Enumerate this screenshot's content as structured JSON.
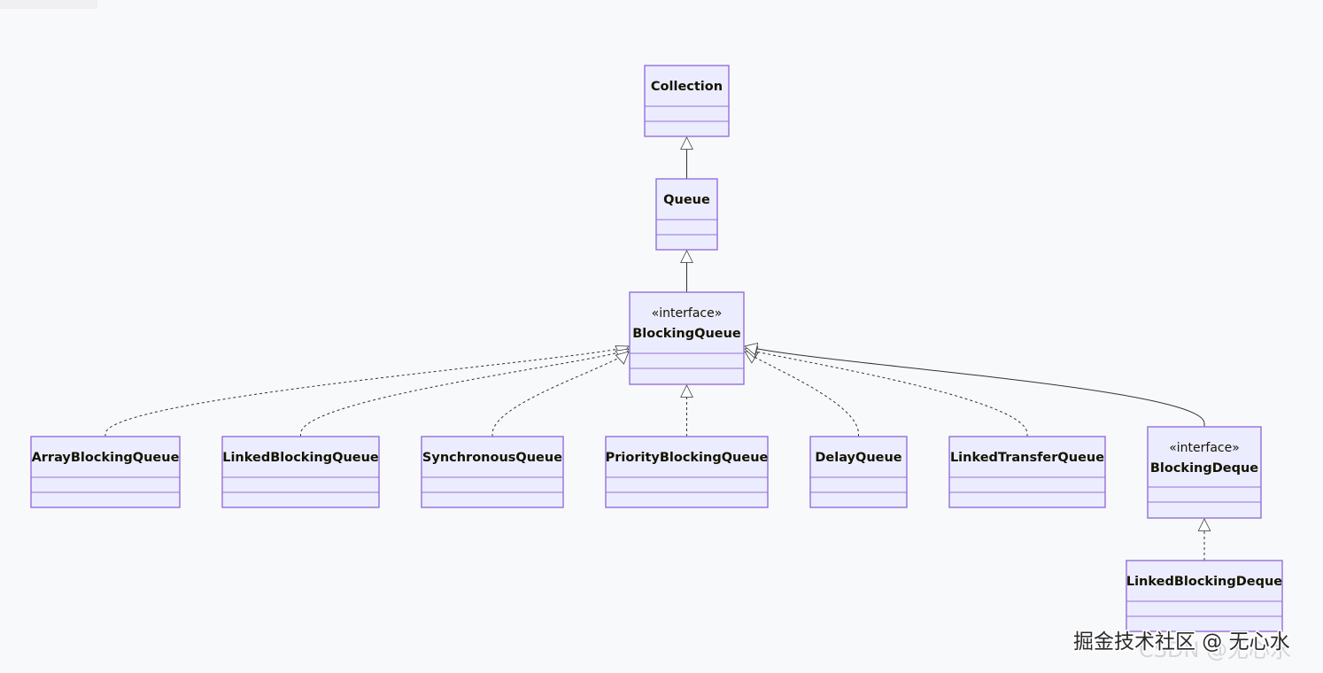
{
  "diagram": {
    "nodes": [
      {
        "id": "collection",
        "name": "Collection",
        "stereotype": ""
      },
      {
        "id": "queue",
        "name": "Queue",
        "stereotype": ""
      },
      {
        "id": "blockingqueue",
        "name": "BlockingQueue",
        "stereotype": "«interface»"
      },
      {
        "id": "arrayblockingqueue",
        "name": "ArrayBlockingQueue",
        "stereotype": ""
      },
      {
        "id": "linkedblockingqueue",
        "name": "LinkedBlockingQueue",
        "stereotype": ""
      },
      {
        "id": "synchronousqueue",
        "name": "SynchronousQueue",
        "stereotype": ""
      },
      {
        "id": "priorityblockingqueue",
        "name": "PriorityBlockingQueue",
        "stereotype": ""
      },
      {
        "id": "delayqueue",
        "name": "DelayQueue",
        "stereotype": ""
      },
      {
        "id": "linkedtransferqueue",
        "name": "LinkedTransferQueue",
        "stereotype": ""
      },
      {
        "id": "blockingdeque",
        "name": "BlockingDeque",
        "stereotype": "«interface»"
      },
      {
        "id": "linkedblockingdeque",
        "name": "LinkedBlockingDeque",
        "stereotype": ""
      }
    ],
    "edges": [
      {
        "from": "queue",
        "to": "collection",
        "type": "inheritance"
      },
      {
        "from": "blockingqueue",
        "to": "queue",
        "type": "inheritance"
      },
      {
        "from": "arrayblockingqueue",
        "to": "blockingqueue",
        "type": "realization"
      },
      {
        "from": "linkedblockingqueue",
        "to": "blockingqueue",
        "type": "realization"
      },
      {
        "from": "synchronousqueue",
        "to": "blockingqueue",
        "type": "realization"
      },
      {
        "from": "priorityblockingqueue",
        "to": "blockingqueue",
        "type": "realization"
      },
      {
        "from": "delayqueue",
        "to": "blockingqueue",
        "type": "realization"
      },
      {
        "from": "linkedtransferqueue",
        "to": "blockingqueue",
        "type": "realization"
      },
      {
        "from": "blockingdeque",
        "to": "blockingqueue",
        "type": "inheritance"
      },
      {
        "from": "linkedblockingdeque",
        "to": "blockingdeque",
        "type": "realization"
      }
    ]
  },
  "watermark": {
    "line1": "CSDN @无心水",
    "line2": "掘金技术社区 @ 无心水"
  },
  "colors": {
    "box_fill": "#ECECFF",
    "box_stroke": "#9370DB",
    "edge": "#333333",
    "background": "#f8f9fb"
  }
}
